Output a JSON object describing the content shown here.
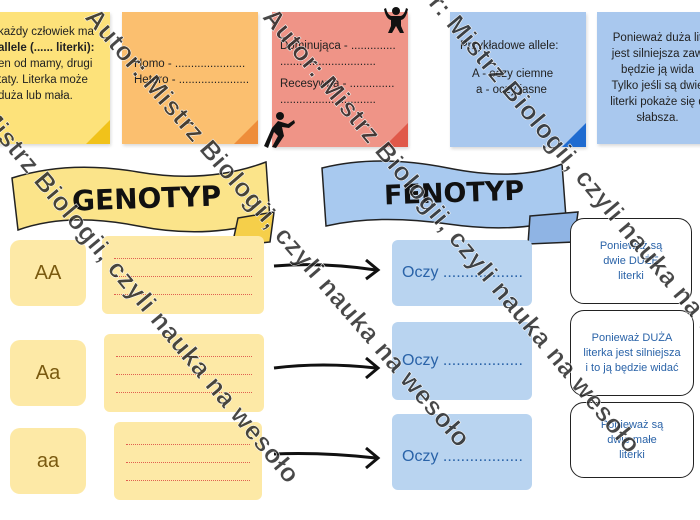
{
  "notes": {
    "yellow": [
      "każdy człowiek ma",
      "allele (...... literki):",
      "en od mamy, drugi",
      "taty. Literka może",
      "duża lub mała."
    ],
    "orange": [
      "Homo - ......................",
      "Hetero - ......................"
    ],
    "red": [
      "Dominująca - ..............",
      "..............................",
      "Recesywna - ..............",
      ".............................."
    ],
    "blue": [
      "Przykładowe allele:",
      "A - oczy ciemne",
      "a - oczy jasne"
    ],
    "blue2": [
      "Ponieważ duża lit",
      "jest silniejsza zaw",
      "będzie ją wida",
      "Tylko jeśli są dwie",
      "literki pokaże się d",
      "słabsza."
    ]
  },
  "banners": {
    "genotyp": "GENOTYP",
    "fenotyp": "FENOTYP"
  },
  "rows": [
    {
      "genotype": "AA",
      "phenotype": "Oczy ..................",
      "bubble": [
        "Ponieważ są",
        "dwie DUŻE",
        "literki"
      ]
    },
    {
      "genotype": "Aa",
      "phenotype": "Oczy ..................",
      "bubble": [
        "Ponieważ DUŻA",
        "literka jest silniejsza",
        "i to ją będzie widać"
      ]
    },
    {
      "genotype": "aa",
      "phenotype": "Oczy ..................",
      "bubble": [
        "Ponieważ są",
        "dwie małe",
        "literki"
      ]
    }
  ],
  "watermark": [
    "Autor: Mistrz Biologii, czyli nauka na wesoło",
    "Mistrz Biologii, czyli nauka na wesoło",
    "Autor: Mistrz Biologii, czyli nauka na wesoło",
    "r: Mistrz Biologii, czyli nauka na wesoło"
  ],
  "colors": {
    "yellow_note": "#fde27a",
    "orange_note": "#fbbf6f",
    "red_note": "#ef9487",
    "blue_note": "#a9c8ee",
    "genotype_banner": "#fbe48a",
    "fenotype_banner": "#a8c9ef",
    "genotype_box": "#fde9a6",
    "phenotype_box": "#b9d4f0",
    "text_blue": "#2a63a8"
  },
  "icons": [
    "strongman-icon",
    "pushing-man-icon",
    "arrow-right-icon"
  ]
}
